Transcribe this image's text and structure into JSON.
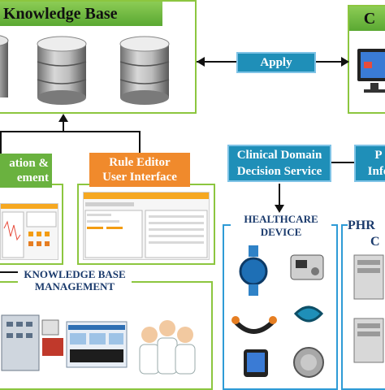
{
  "knowledge_base": {
    "title": "Knowledge Base"
  },
  "top_right": {
    "label": "C"
  },
  "apply": {
    "label": "Apply"
  },
  "left_label": {
    "line1": "ation &",
    "line2": "ement"
  },
  "rule_editor": {
    "line1": "Rule Editor",
    "line2": "User Interface"
  },
  "clinical_service": {
    "line1": "Clinical Domain",
    "line2": "Decision Service"
  },
  "right_label": {
    "line1": "P",
    "line2": "Info"
  },
  "healthcare_device": {
    "line1": "HEALTHCARE",
    "line2": "DEVICE"
  },
  "phr_header": {
    "line1": "PHR",
    "line2": "C"
  },
  "kb_management": {
    "line1": "KNOWLEDGE BASE",
    "line2": "MANAGEMENT"
  },
  "colors": {
    "green": "#8cc63f",
    "blue": "#1f8fb8",
    "orange": "#f08a2c",
    "navy": "#1a3a6c"
  }
}
